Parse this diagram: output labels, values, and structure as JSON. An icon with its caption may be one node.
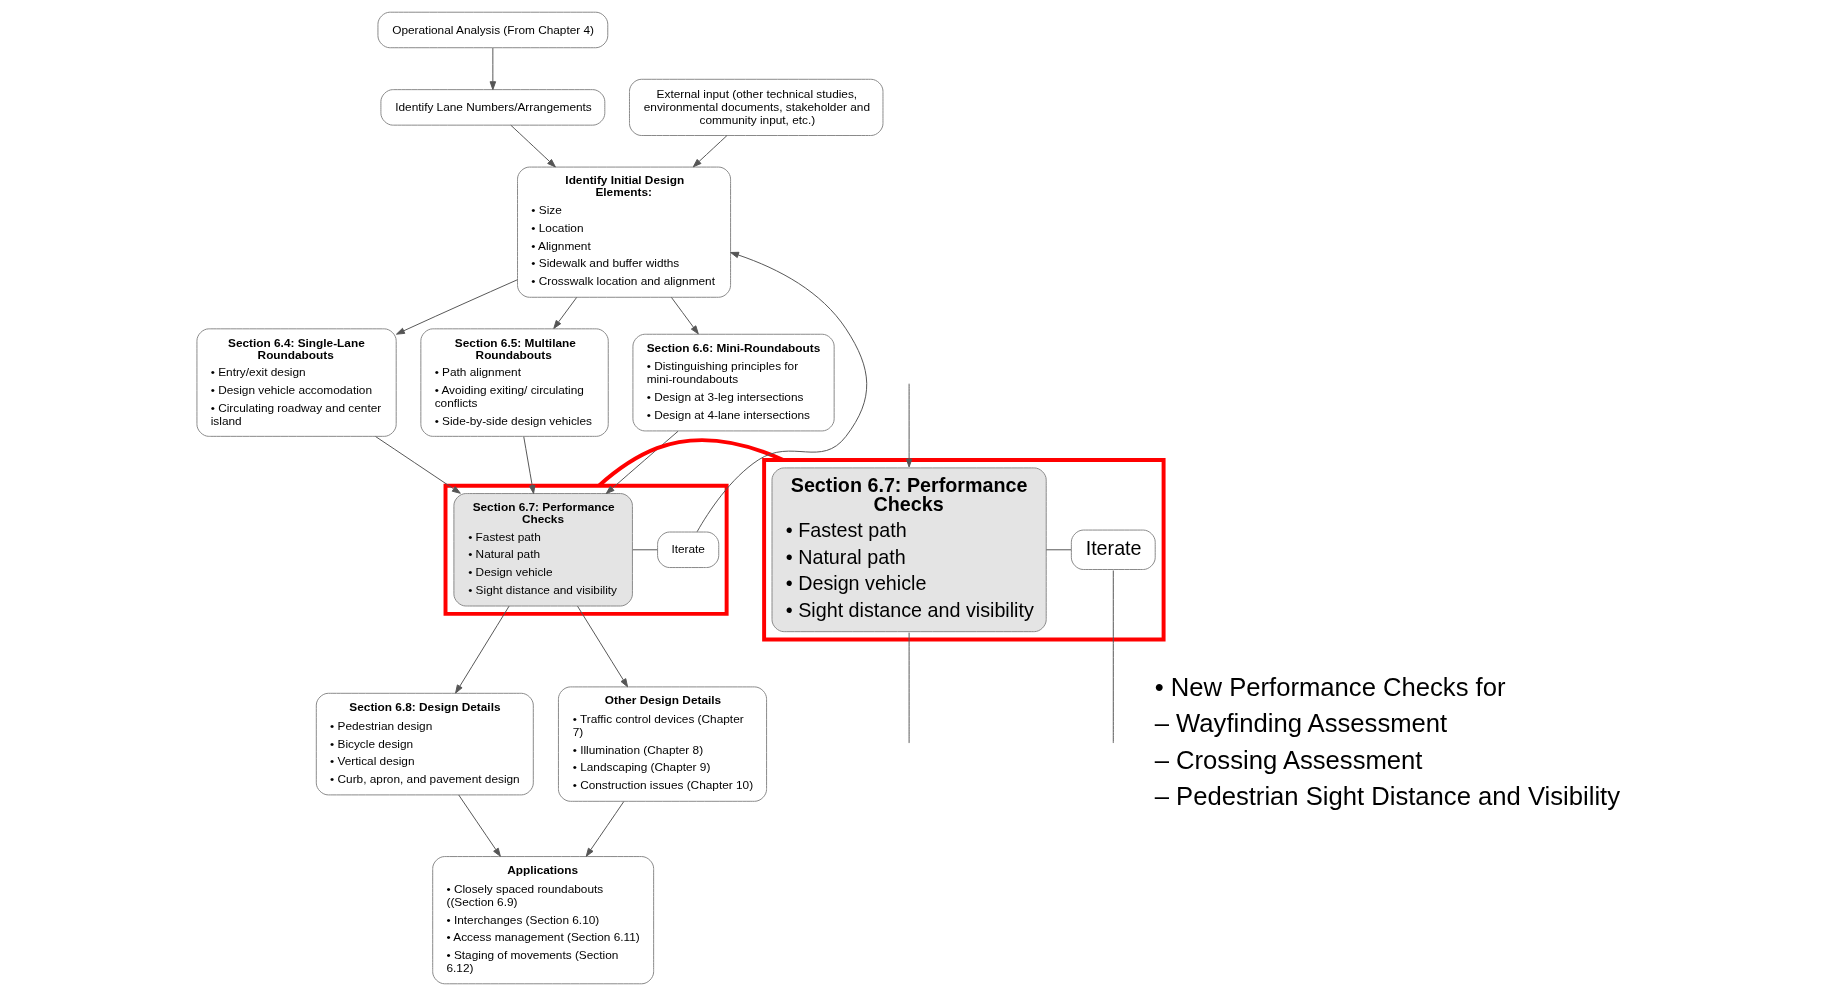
{
  "diagram": {
    "nodes": [
      {
        "text": [
          "Operational Analysis (From Chapter 4)"
        ]
      },
      {
        "text": [
          "Identify Lane Numbers/Arrangements"
        ]
      },
      {
        "text": [
          "External input (other technical studies, environmental documents, stakeholder and community input, etc.)"
        ]
      },
      {
        "text": [
          "Identify Initial Design Elements:",
          "• Size",
          "• Location",
          "• Alignment",
          "• Sidewalk and buffer widths",
          "• Crosswalk location and alignment"
        ]
      },
      {
        "text": [
          "Section 6.4: Single-Lane Roundabouts",
          "• Entry/exit design",
          "• Design vehicle accomodation",
          "• Circulating roadway and center island"
        ]
      },
      {
        "text": [
          "Section 6.5: Multilane Roundabouts",
          "• Path alignment",
          "• Avoiding exiting/ circulating conflicts",
          "• Side-by-side design vehicles"
        ]
      },
      {
        "text": [
          "Section 6.6: Mini-Roundabouts",
          "• Distinguishing principles for mini-roundabouts",
          "• Design at 3-leg intersections",
          "• Design at 4-lane intersections"
        ]
      },
      {
        "text": [
          "Section 6.7: Performance Checks",
          "• Fastest path",
          "• Natural path",
          "• Design vehicle",
          "• Sight distance and visibility"
        ],
        "in": 12
      },
      {
        "text": [
          "Iterate"
        ],
        "in": 12
      },
      {
        "text": [
          "Section 6.8: Design Details",
          "• Pedestrian design",
          "• Bicycle design",
          "• Vertical design",
          "• Curb, apron, and pavement design"
        ]
      },
      {
        "text": [
          "Other Design Details",
          "• Traffic control devices (Chapter 7)",
          "• Illumination (Chapter 8)",
          "• Landscaping (Chapter 9)",
          "• Construction issues (Chapter 10)"
        ]
      },
      {
        "text": [
          "Applications",
          "• Closely spaced roundabouts ((Section 6.9)",
          "• Interchanges (Section 6.10)",
          "• Access management (Section 6.11)",
          "• Staging of movements (Section 6.12)"
        ]
      },
      {
        "text": [],
        "shape": "box"
      },
      {
        "text": [],
        "shape": "box"
      },
      {
        "text": [
          "Section 6.7: Performance Checks",
          "• Fastest path",
          "• Natural path",
          "• Design vehicle",
          "• Sight distance and visibility"
        ],
        "in": 13
      },
      {
        "text": [
          "Iterate"
        ],
        "in": 13
      }
    ],
    "edges": [
      {
        "from": 0,
        "to": 1,
        "arrow": "to"
      },
      {
        "from": 1,
        "to": 3,
        "arrow": "to"
      },
      {
        "from": 2,
        "to": 3,
        "arrow": "to"
      },
      {
        "from": 3,
        "to": 4,
        "arrow": "to"
      },
      {
        "from": 3,
        "to": 5,
        "arrow": "to"
      },
      {
        "from": 3,
        "to": 6,
        "arrow": "to"
      },
      {
        "from": 4,
        "to": 7,
        "arrow": "to"
      },
      {
        "from": 5,
        "to": 7,
        "arrow": "to"
      },
      {
        "from": 6,
        "to": 7,
        "arrow": "to"
      },
      {
        "from": 7,
        "to": 8,
        "arrow": "none"
      },
      {
        "from": 8,
        "to": 3,
        "arrow": "to"
      },
      {
        "from": 7,
        "to": 9,
        "arrow": "to"
      },
      {
        "from": 7,
        "to": 10,
        "arrow": "to"
      },
      {
        "from": 9,
        "to": 11,
        "arrow": "to"
      },
      {
        "from": 10,
        "to": 11,
        "arrow": "to"
      },
      {
        "from": 12,
        "to": 13,
        "arrow": "none",
        "style": "thick",
        "color": "#ff0000"
      },
      {
        "from": 14,
        "to": null,
        "arrow": "none"
      },
      {
        "from": 14,
        "to": 15,
        "arrow": "none"
      },
      {
        "from": null,
        "to": 14,
        "arrow": "to"
      },
      {
        "from": 15,
        "to": null,
        "arrow": "none"
      }
    ],
    "labels": [
      "• New Performance Checks for",
      "– Wayfinding Assessment",
      "– Crossing Assessment",
      "– Pedestrian Sight Distance and Visibility"
    ]
  }
}
